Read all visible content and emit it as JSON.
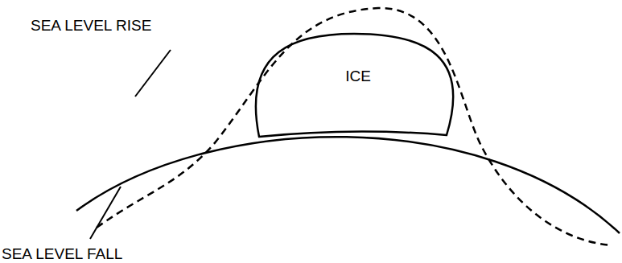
{
  "diagram": {
    "nodes": [
      {
        "text": [
          "ICE"
        ]
      }
    ],
    "labels": [
      "SEA LEVEL RISE",
      "SEA LEVEL FALL"
    ]
  }
}
